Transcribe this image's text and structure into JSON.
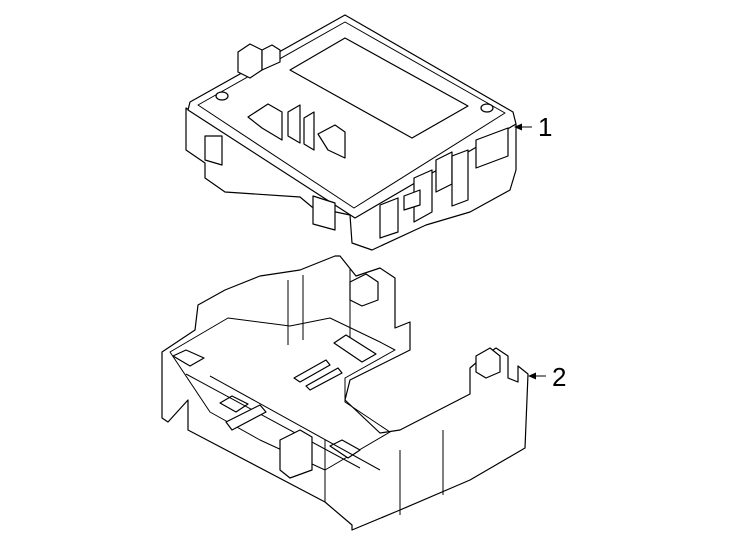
{
  "diagram": {
    "type": "exploded parts diagram",
    "background": "#ffffff",
    "line_color": "#000000",
    "parts": [
      {
        "number": "1",
        "label": "1",
        "description": "electronic control module with top label area, mounting holes and connector ports"
      },
      {
        "number": "2",
        "label": "2",
        "description": "module mounting bracket / tray"
      }
    ]
  }
}
